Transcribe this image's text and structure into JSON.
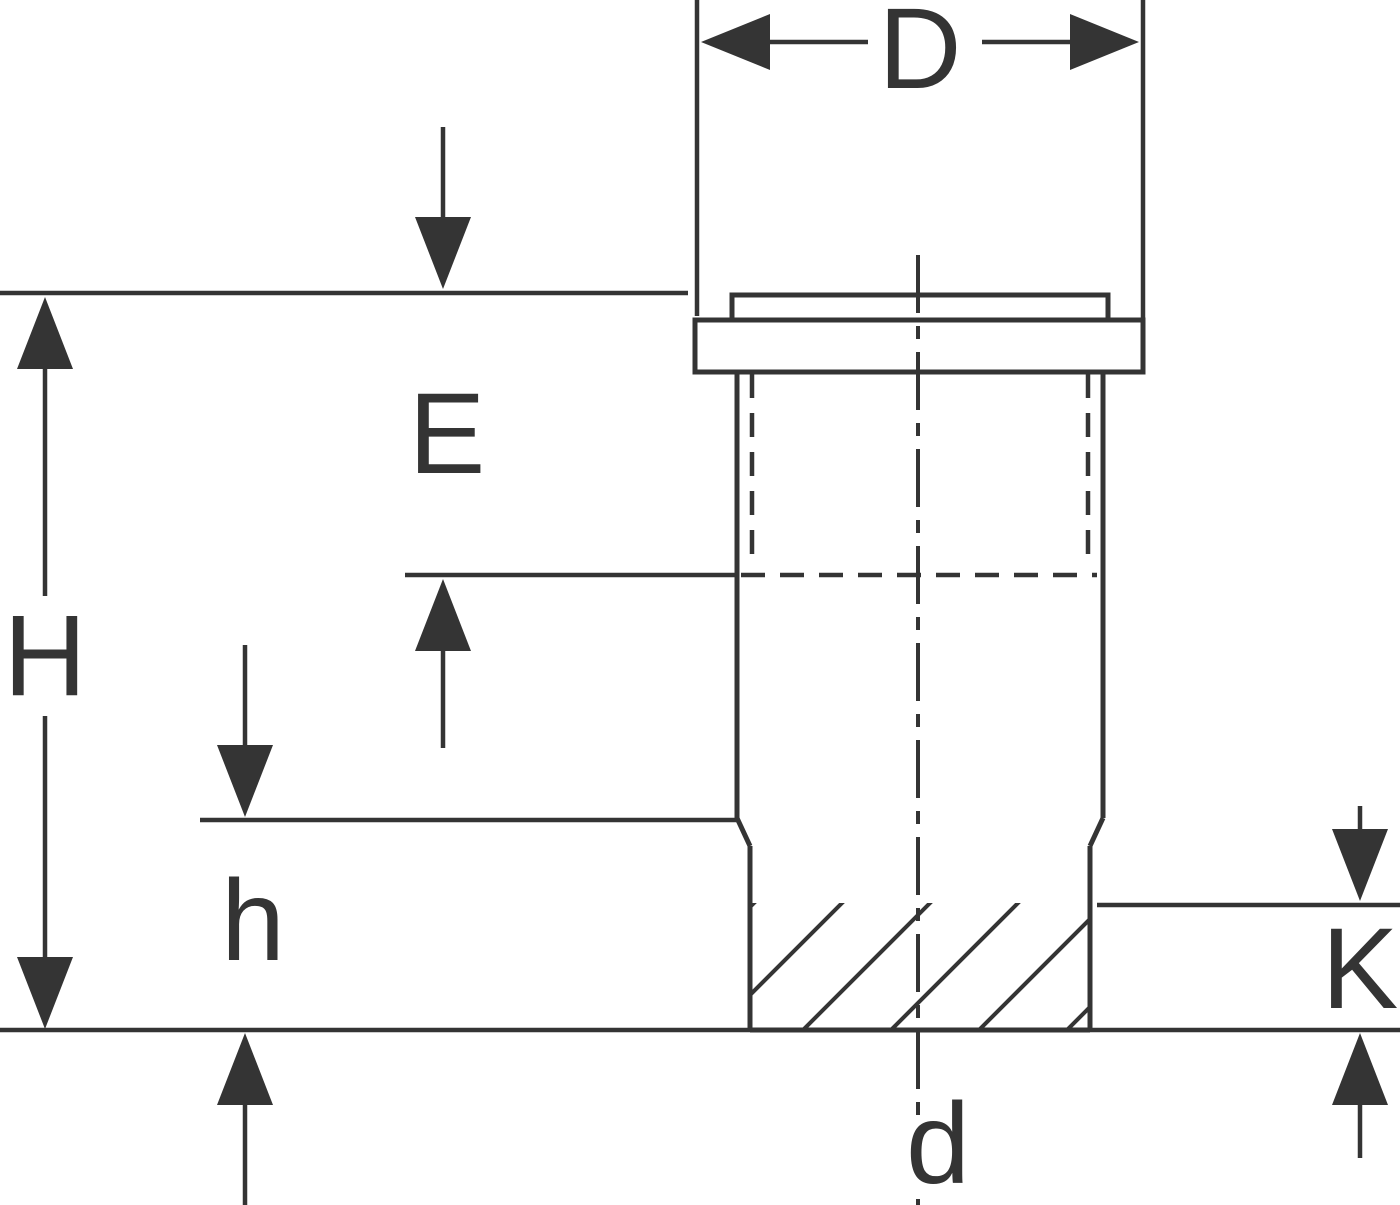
{
  "drawing": {
    "type": "technical-dimension-diagram",
    "subject": "pipe-fitting-sleeve-cross-section",
    "labels": {
      "D": "D",
      "E": "E",
      "H": "H",
      "h": "h",
      "K": "K",
      "d": "d"
    }
  },
  "colors": {
    "line": "#343434",
    "background": "#ffffff"
  }
}
